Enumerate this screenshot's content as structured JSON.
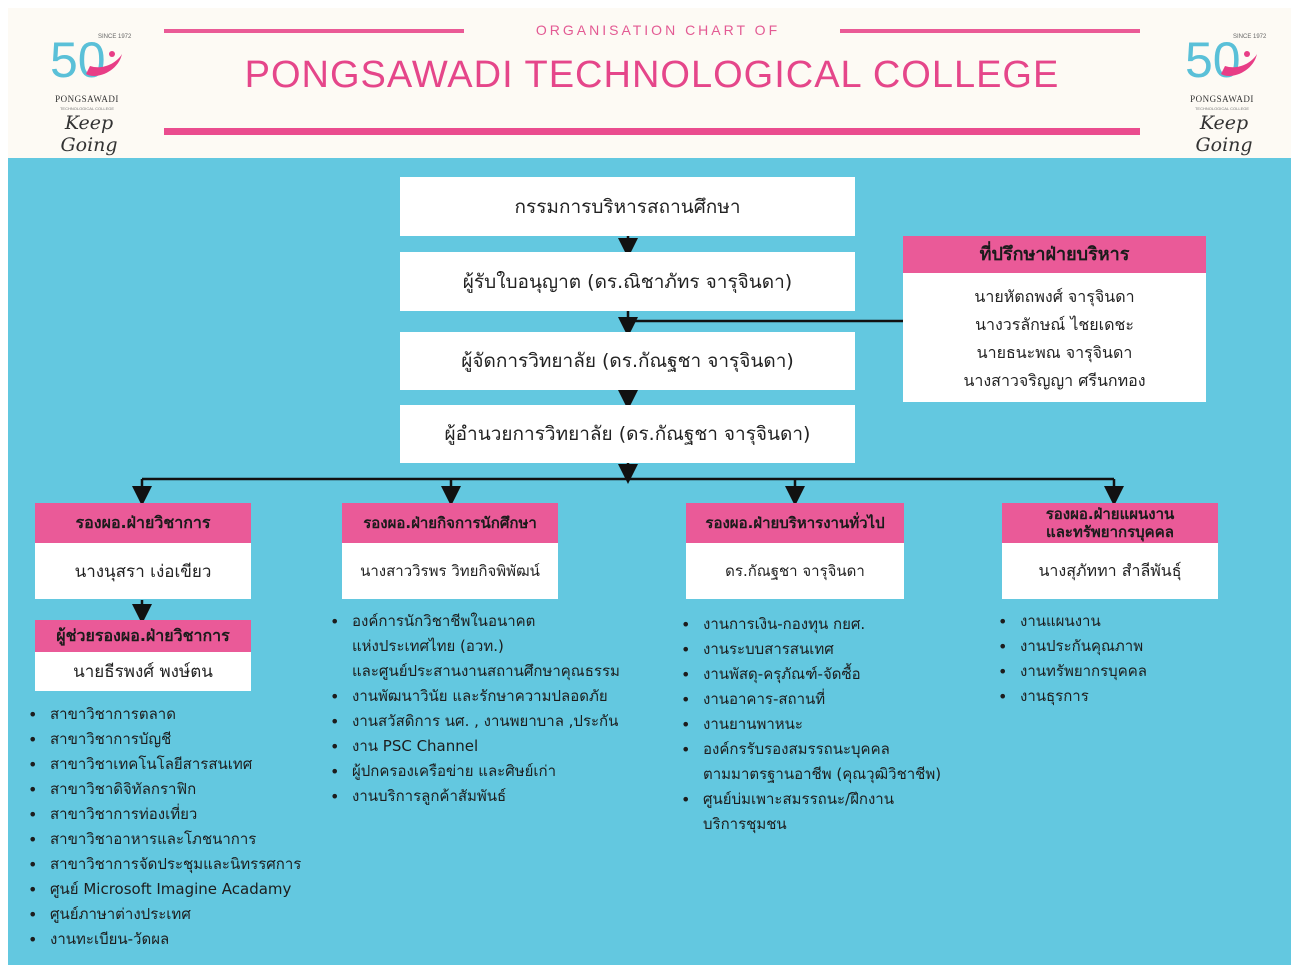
{
  "header": {
    "subtitle": "ORGANISATION CHART OF",
    "title": "PONGSAWADI TECHNOLOGICAL COLLEGE",
    "logo": {
      "number": "50",
      "since": "SINCE 1972",
      "name": "PONGSAWADI",
      "subname": "TECHNOLOGICAL COLLEGE",
      "slogan": "Keep Going"
    }
  },
  "chain": [
    "กรรมการบริหารสถานศึกษา",
    "ผู้รับใบอนุญาต (ดร.ณิชาภัทร จารุจินดา)",
    "ผู้จัดการวิทยาลัย (ดร.กัณฐชา จารุจินดา)",
    "ผู้อำนวยการวิทยาลัย (ดร.กัณฐชา จารุจินดา)"
  ],
  "advisors": {
    "title": "ที่ปรึกษาฝ่ายบริหาร",
    "members": [
      "นายหัตถพงศ์ จารุจินดา",
      "นางวรลักษณ์ ไชยเดชะ",
      "นายธนะพณ จารุจินดา",
      "นางสาวจริญญา ศรีนกทอง"
    ]
  },
  "deputies": [
    {
      "title": "รองผอ.ฝ่ายวิชาการ",
      "name": "นางนุสรา เง่อเขียว",
      "items": [
        "สาขาวิชาการตลาด",
        "สาขาวิชาการบัญชี",
        "สาขาวิชาเทคโนโลยีสารสนเทศ",
        "สาขาวิชาดิจิทัลกราฟิก",
        "สาขาวิชาการท่องเที่ยว",
        "สาขาวิชาอาหารและโภชนาการ",
        "สาขาวิชาการจัดประชุมและนิทรรศการ",
        "ศูนย์ Microsoft Imagine Acadamy",
        "ศูนย์ภาษาต่างประเทศ",
        "งานทะเบียน-วัดผล"
      ]
    },
    {
      "title": "รองผอ.ฝ่ายกิจการนักศึกษา",
      "name": "นางสาววิรพร วิทยกิจพิพัฒน์",
      "items": [
        "องค์การนักวิชาชีพในอนาคต\nแห่งประเทศไทย (อวท.)\nและศูนย์ประสานงานสถานศึกษาคุณธรรม",
        "งานพัฒนาวินัย และรักษาความปลอดภัย",
        "งานสวัสดิการ นศ. , งานพยาบาล ,ประกัน",
        "งาน PSC Channel",
        "ผู้ปกครองเครือข่าย และศิษย์เก่า",
        "งานบริการลูกค้าสัมพันธ์"
      ]
    },
    {
      "title": "รองผอ.ฝ่ายบริหารงานทั่วไป",
      "name": "ดร.กัณฐชา จารุจินดา",
      "items": [
        "งานการเงิน-กองทุน กยศ.",
        "งานระบบสารสนเทศ",
        "งานพัสดุ-ครุภัณฑ์-จัดซื้อ",
        "งานอาคาร-สถานที่",
        "งานยานพาหนะ",
        "องค์กรรับรองสมรรถนะบุคคล\nตามมาตรฐานอาชีพ (คุณวุฒิวิชาชีพ)",
        "ศูนย์บ่มเพาะสมรรถนะ/ฝึกงาน\nบริการชุมชน"
      ]
    },
    {
      "title": "รองผอ.ฝ่ายแผนงาน\nและทรัพยากรบุคคล",
      "name": "นางสุภัททา สำลีพันธุ์",
      "items": [
        "งานแผนงาน",
        "งานประกันคุณภาพ",
        "งานทรัพยากรบุคคล",
        "งานธุรการ"
      ]
    }
  ],
  "assistant": {
    "title": "ผู้ช่วยรองผอ.ฝ่ายวิชาการ",
    "name": "นายธีรพงศ์ พงษ์ตน"
  },
  "colors": {
    "accent_pink": "#ea5a98",
    "background_blue": "#63c8e0",
    "logo_blue": "#5ac0d8"
  }
}
